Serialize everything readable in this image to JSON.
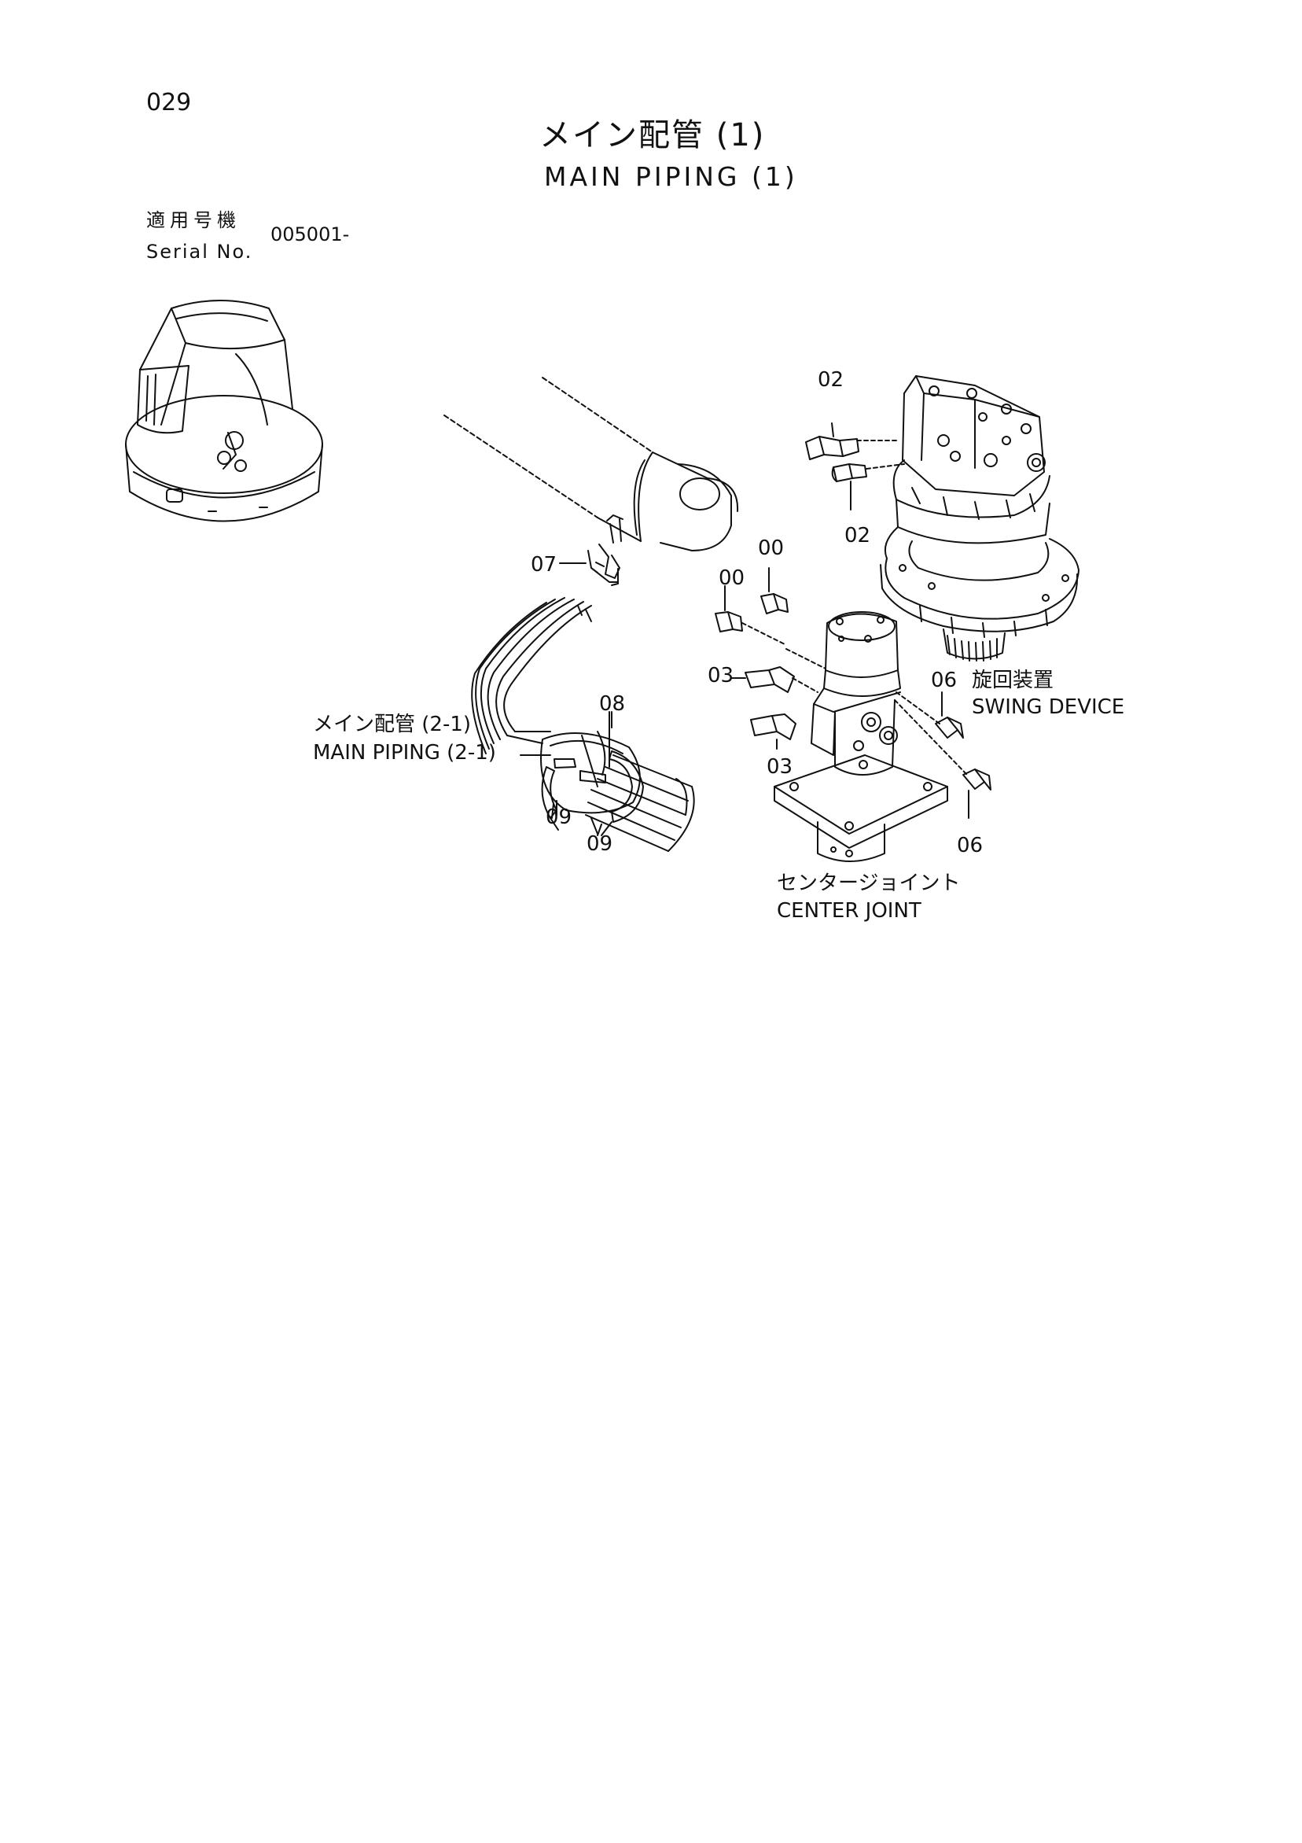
{
  "page_number": "029",
  "title": {
    "japanese": "メイン配管 (1)",
    "english": "MAIN PIPING (1)"
  },
  "serial": {
    "label_japanese": "適用号機",
    "label_english": "Serial No.",
    "value": "005001-"
  },
  "callouts": {
    "p02_upper": "02",
    "p02_lower": "02",
    "p00_right": "00",
    "p00_left": "00",
    "p07": "07",
    "p03_upper": "03",
    "p03_lower": "03",
    "p06_upper": "06",
    "p06_lower": "06",
    "p08": "08",
    "p09_left": "09",
    "p09_right": "09"
  },
  "assembly_labels": {
    "swing_device_jp": "旋回装置",
    "swing_device_en": "SWING DEVICE",
    "main_piping_sub_jp": "メイン配管 (2-1)",
    "main_piping_sub_en": "MAIN PIPING (2-1)",
    "center_joint_jp": "センタージョイント",
    "center_joint_en": "CENTER JOINT"
  }
}
